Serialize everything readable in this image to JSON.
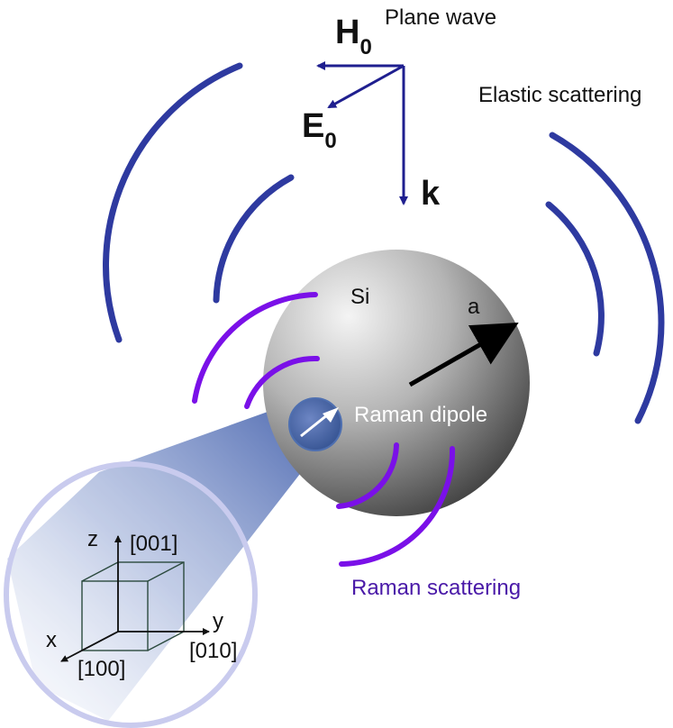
{
  "labels": {
    "plane_wave": "Plane wave",
    "h0_main": "H",
    "h0_sub": "0",
    "e0_main": "E",
    "e0_sub": "0",
    "k": "k",
    "elastic_scattering": "Elastic scattering",
    "si": "Si",
    "radius": "a",
    "raman_dipole": "Raman dipole",
    "raman_scattering": "Raman scattering",
    "axis_z": "z",
    "axis_x": "x",
    "axis_y": "y",
    "dir_001": "[001]",
    "dir_100": "[100]",
    "dir_010": "[010]"
  },
  "colors": {
    "wave_arrows": "#1f1f8f",
    "elastic_arcs": "#2e3aa0",
    "raman_arcs": "#7a10e8",
    "raman_text": "#4a1aa8",
    "sphere_light": "#f4f4f4",
    "sphere_dark": "#3a3a3a",
    "zoom_cone": "#3c5aa8",
    "inset_outline": "#c9cbee",
    "crystal_edges": "#2b4a3e"
  }
}
